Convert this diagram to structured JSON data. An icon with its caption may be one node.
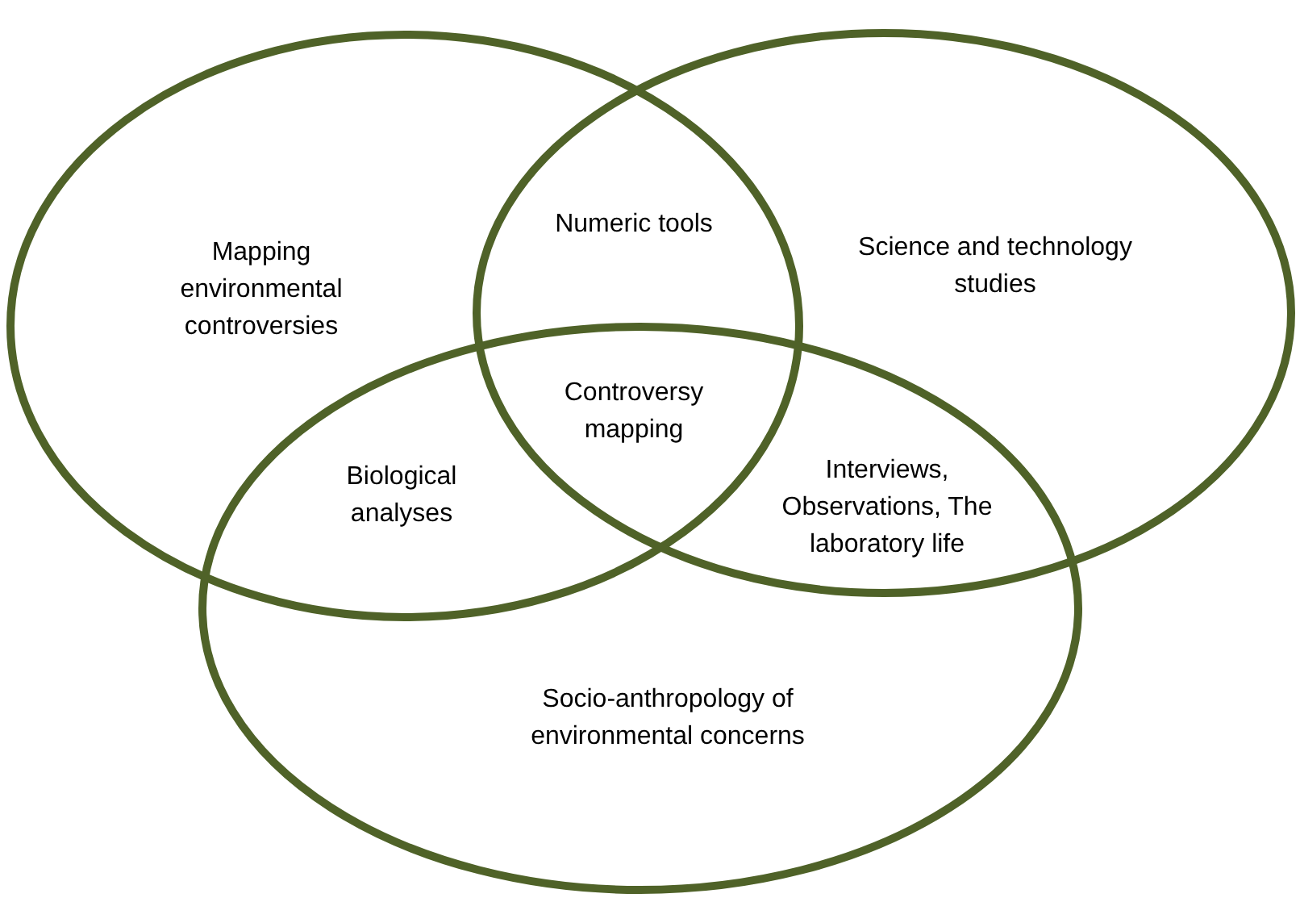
{
  "diagram": {
    "nodes": [
      {
        "text": [
          "Mapping environmental controversies"
        ]
      },
      {
        "text": [
          "Science and technology studies"
        ]
      },
      {
        "text": [
          "Socio-anthropology of environmental concerns"
        ]
      }
    ],
    "labels": [
      "Numeric tools",
      "Controversy mapping",
      "Biological analyses",
      "Interviews, Observations, The laboratory life"
    ]
  }
}
